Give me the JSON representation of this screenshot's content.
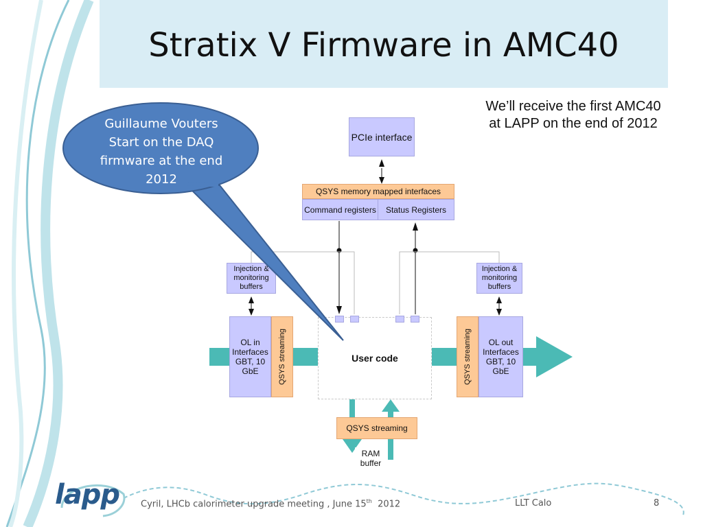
{
  "slide": {
    "title": "Stratix V Firmware in AMC40",
    "note": "We’ll receive the first AMC40  at LAPP on the end of 2012",
    "callout": "Guillaume Vouters Start on the DAQ firmware at the end 2012"
  },
  "diagram": {
    "pcie": "PCIe interface",
    "qsys_mm": "QSYS memory mapped interfaces",
    "command_registers": "Command registers",
    "status_registers": "Status Registers",
    "injection_left": "Injection & monitoring buffers",
    "injection_right": "Injection & monitoring buffers",
    "ol_in": "OL in Interfaces GBT, 10 GbE",
    "ol_out": "OL out Interfaces GBT, 10 GbE",
    "qsys_streaming_left": "QSYS streaming",
    "qsys_streaming_right": "QSYS streaming",
    "user_code": "User code",
    "qsys_streaming_bottom": "QSYS streaming",
    "ram_buffer": "RAM buffer"
  },
  "footer": {
    "logo": "lapp",
    "author_prefix": "Cyril, LHCb calorimeter upgrade meeting , June 15",
    "author_sup": "th",
    "author_suffix": "  2012",
    "center": "LLT Calo",
    "page": "8"
  },
  "colors": {
    "title_band": "#d9edf5",
    "lavender_box": "#c9c9ff",
    "orange_box": "#fdc996",
    "teal_arrow": "#4bbab5",
    "callout": "#4f7fbf"
  }
}
